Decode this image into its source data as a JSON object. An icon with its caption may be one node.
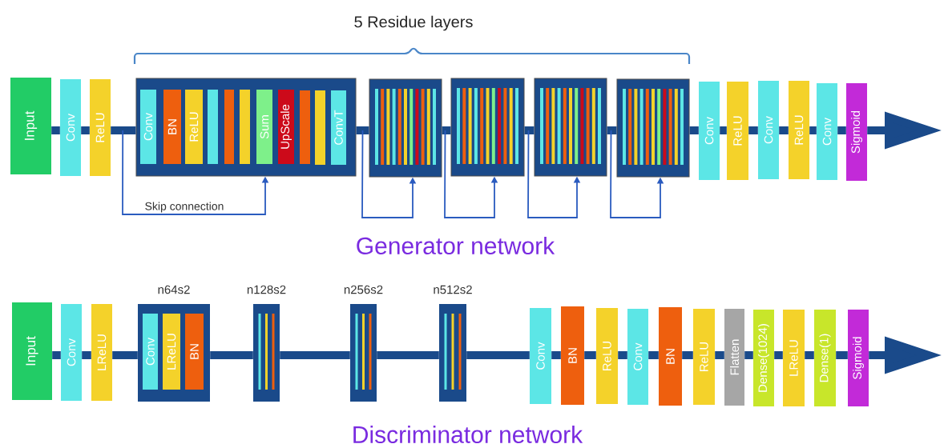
{
  "diagram": {
    "nodes": [
      {
        "text": [
          "Input"
        ]
      },
      {
        "text": [
          "Conv"
        ]
      },
      {
        "text": [
          "ReLU"
        ]
      },
      {
        "text": [],
        "shape": "box"
      },
      {
        "text": [
          "Conv"
        ],
        "in": 3
      },
      {
        "text": [
          "BN"
        ],
        "in": 3
      },
      {
        "text": [
          "ReLU"
        ],
        "in": 3
      },
      {
        "text": [],
        "shape": "bar",
        "in": 3
      },
      {
        "text": [],
        "shape": "bar",
        "in": 3
      },
      {
        "text": [],
        "shape": "bar",
        "in": 3
      },
      {
        "text": [
          "Sum"
        ],
        "in": 3
      },
      {
        "text": [
          "UpScale"
        ],
        "in": 3
      },
      {
        "text": [],
        "shape": "bar",
        "in": 3
      },
      {
        "text": [],
        "shape": "bar",
        "in": 3
      },
      {
        "text": [
          "ConvT"
        ],
        "in": 3
      },
      {
        "text": [],
        "shape": "box"
      },
      {
        "text": [],
        "shape": "box"
      },
      {
        "text": [],
        "shape": "box"
      },
      {
        "text": [],
        "shape": "box"
      },
      {
        "text": [
          "Conv"
        ]
      },
      {
        "text": [
          "ReLU"
        ]
      },
      {
        "text": [
          "Conv"
        ]
      },
      {
        "text": [
          "ReLU"
        ]
      },
      {
        "text": [
          "Conv"
        ]
      },
      {
        "text": [
          "Sigmoid"
        ]
      },
      {
        "text": [
          "Input"
        ]
      },
      {
        "text": [
          "Conv"
        ]
      },
      {
        "text": [
          "LReLU"
        ]
      },
      {
        "text": [
          "n64s2"
        ]
      },
      {
        "text": [
          "Conv"
        ],
        "in": 28
      },
      {
        "text": [
          "LReLU"
        ],
        "in": 28
      },
      {
        "text": [
          "BN"
        ],
        "in": 28
      },
      {
        "text": [
          "n128s2"
        ]
      },
      {
        "text": [
          "n256s2"
        ]
      },
      {
        "text": [
          "n512s2"
        ]
      },
      {
        "text": [
          "Conv"
        ]
      },
      {
        "text": [
          "BN"
        ]
      },
      {
        "text": [
          "ReLU"
        ]
      },
      {
        "text": [
          "Conv"
        ]
      },
      {
        "text": [
          "BN"
        ]
      },
      {
        "text": [
          "ReLU"
        ]
      },
      {
        "text": [
          "Flatten"
        ]
      },
      {
        "text": [
          "Dense(1024)"
        ]
      },
      {
        "text": [
          "LReLU"
        ]
      },
      {
        "text": [
          "Dense(1)"
        ]
      },
      {
        "text": [
          "Sigmoid"
        ]
      }
    ],
    "edges": [
      {
        "from": 0,
        "to": 1,
        "arrow": "none"
      },
      {
        "from": 1,
        "to": 2,
        "arrow": "none"
      },
      {
        "from": 2,
        "to": 3,
        "arrow": "none"
      },
      {
        "from": 3,
        "to": 15,
        "arrow": "none"
      },
      {
        "from": 15,
        "to": 16,
        "arrow": "none"
      },
      {
        "from": 16,
        "to": 17,
        "arrow": "none"
      },
      {
        "from": 17,
        "to": 18,
        "arrow": "none"
      },
      {
        "from": 18,
        "to": 19,
        "arrow": "none"
      },
      {
        "from": 19,
        "to": 20,
        "arrow": "none"
      },
      {
        "from": 20,
        "to": 21,
        "arrow": "none"
      },
      {
        "from": 21,
        "to": 22,
        "arrow": "none"
      },
      {
        "from": 22,
        "to": 23,
        "arrow": "none"
      },
      {
        "from": 23,
        "to": 24,
        "arrow": "none"
      },
      {
        "from": 24,
        "to": null,
        "arrow": "to"
      },
      {
        "from": 2,
        "to": 3,
        "arrow": "to",
        "label": "Skip connection",
        "color": "#2a5bbf"
      },
      {
        "from": 3,
        "to": 15,
        "arrow": "to",
        "color": "#2a5bbf"
      },
      {
        "from": 15,
        "to": 16,
        "arrow": "to",
        "color": "#2a5bbf"
      },
      {
        "from": 16,
        "to": 17,
        "arrow": "to",
        "color": "#2a5bbf"
      },
      {
        "from": 17,
        "to": 18,
        "arrow": "to",
        "color": "#2a5bbf"
      },
      {
        "from": 25,
        "to": 26,
        "arrow": "none"
      },
      {
        "from": 26,
        "to": 27,
        "arrow": "none"
      },
      {
        "from": 27,
        "to": 28,
        "arrow": "none"
      },
      {
        "from": 28,
        "to": 32,
        "arrow": "none"
      },
      {
        "from": 32,
        "to": 33,
        "arrow": "none"
      },
      {
        "from": 33,
        "to": 34,
        "arrow": "none"
      },
      {
        "from": 34,
        "to": 35,
        "arrow": "none"
      },
      {
        "from": 35,
        "to": 36,
        "arrow": "none"
      },
      {
        "from": 36,
        "to": 37,
        "arrow": "none"
      },
      {
        "from": 37,
        "to": 38,
        "arrow": "none"
      },
      {
        "from": 38,
        "to": 39,
        "arrow": "none"
      },
      {
        "from": 39,
        "to": 40,
        "arrow": "none"
      },
      {
        "from": 40,
        "to": 41,
        "arrow": "none"
      },
      {
        "from": 41,
        "to": 42,
        "arrow": "none"
      },
      {
        "from": 42,
        "to": 43,
        "arrow": "none"
      },
      {
        "from": 43,
        "to": 44,
        "arrow": "none"
      },
      {
        "from": 44,
        "to": 45,
        "arrow": "none"
      },
      {
        "from": 45,
        "to": null,
        "arrow": "to"
      }
    ],
    "labels": [
      "5 Residue layers",
      "Generator network",
      "Discriminator network"
    ]
  }
}
